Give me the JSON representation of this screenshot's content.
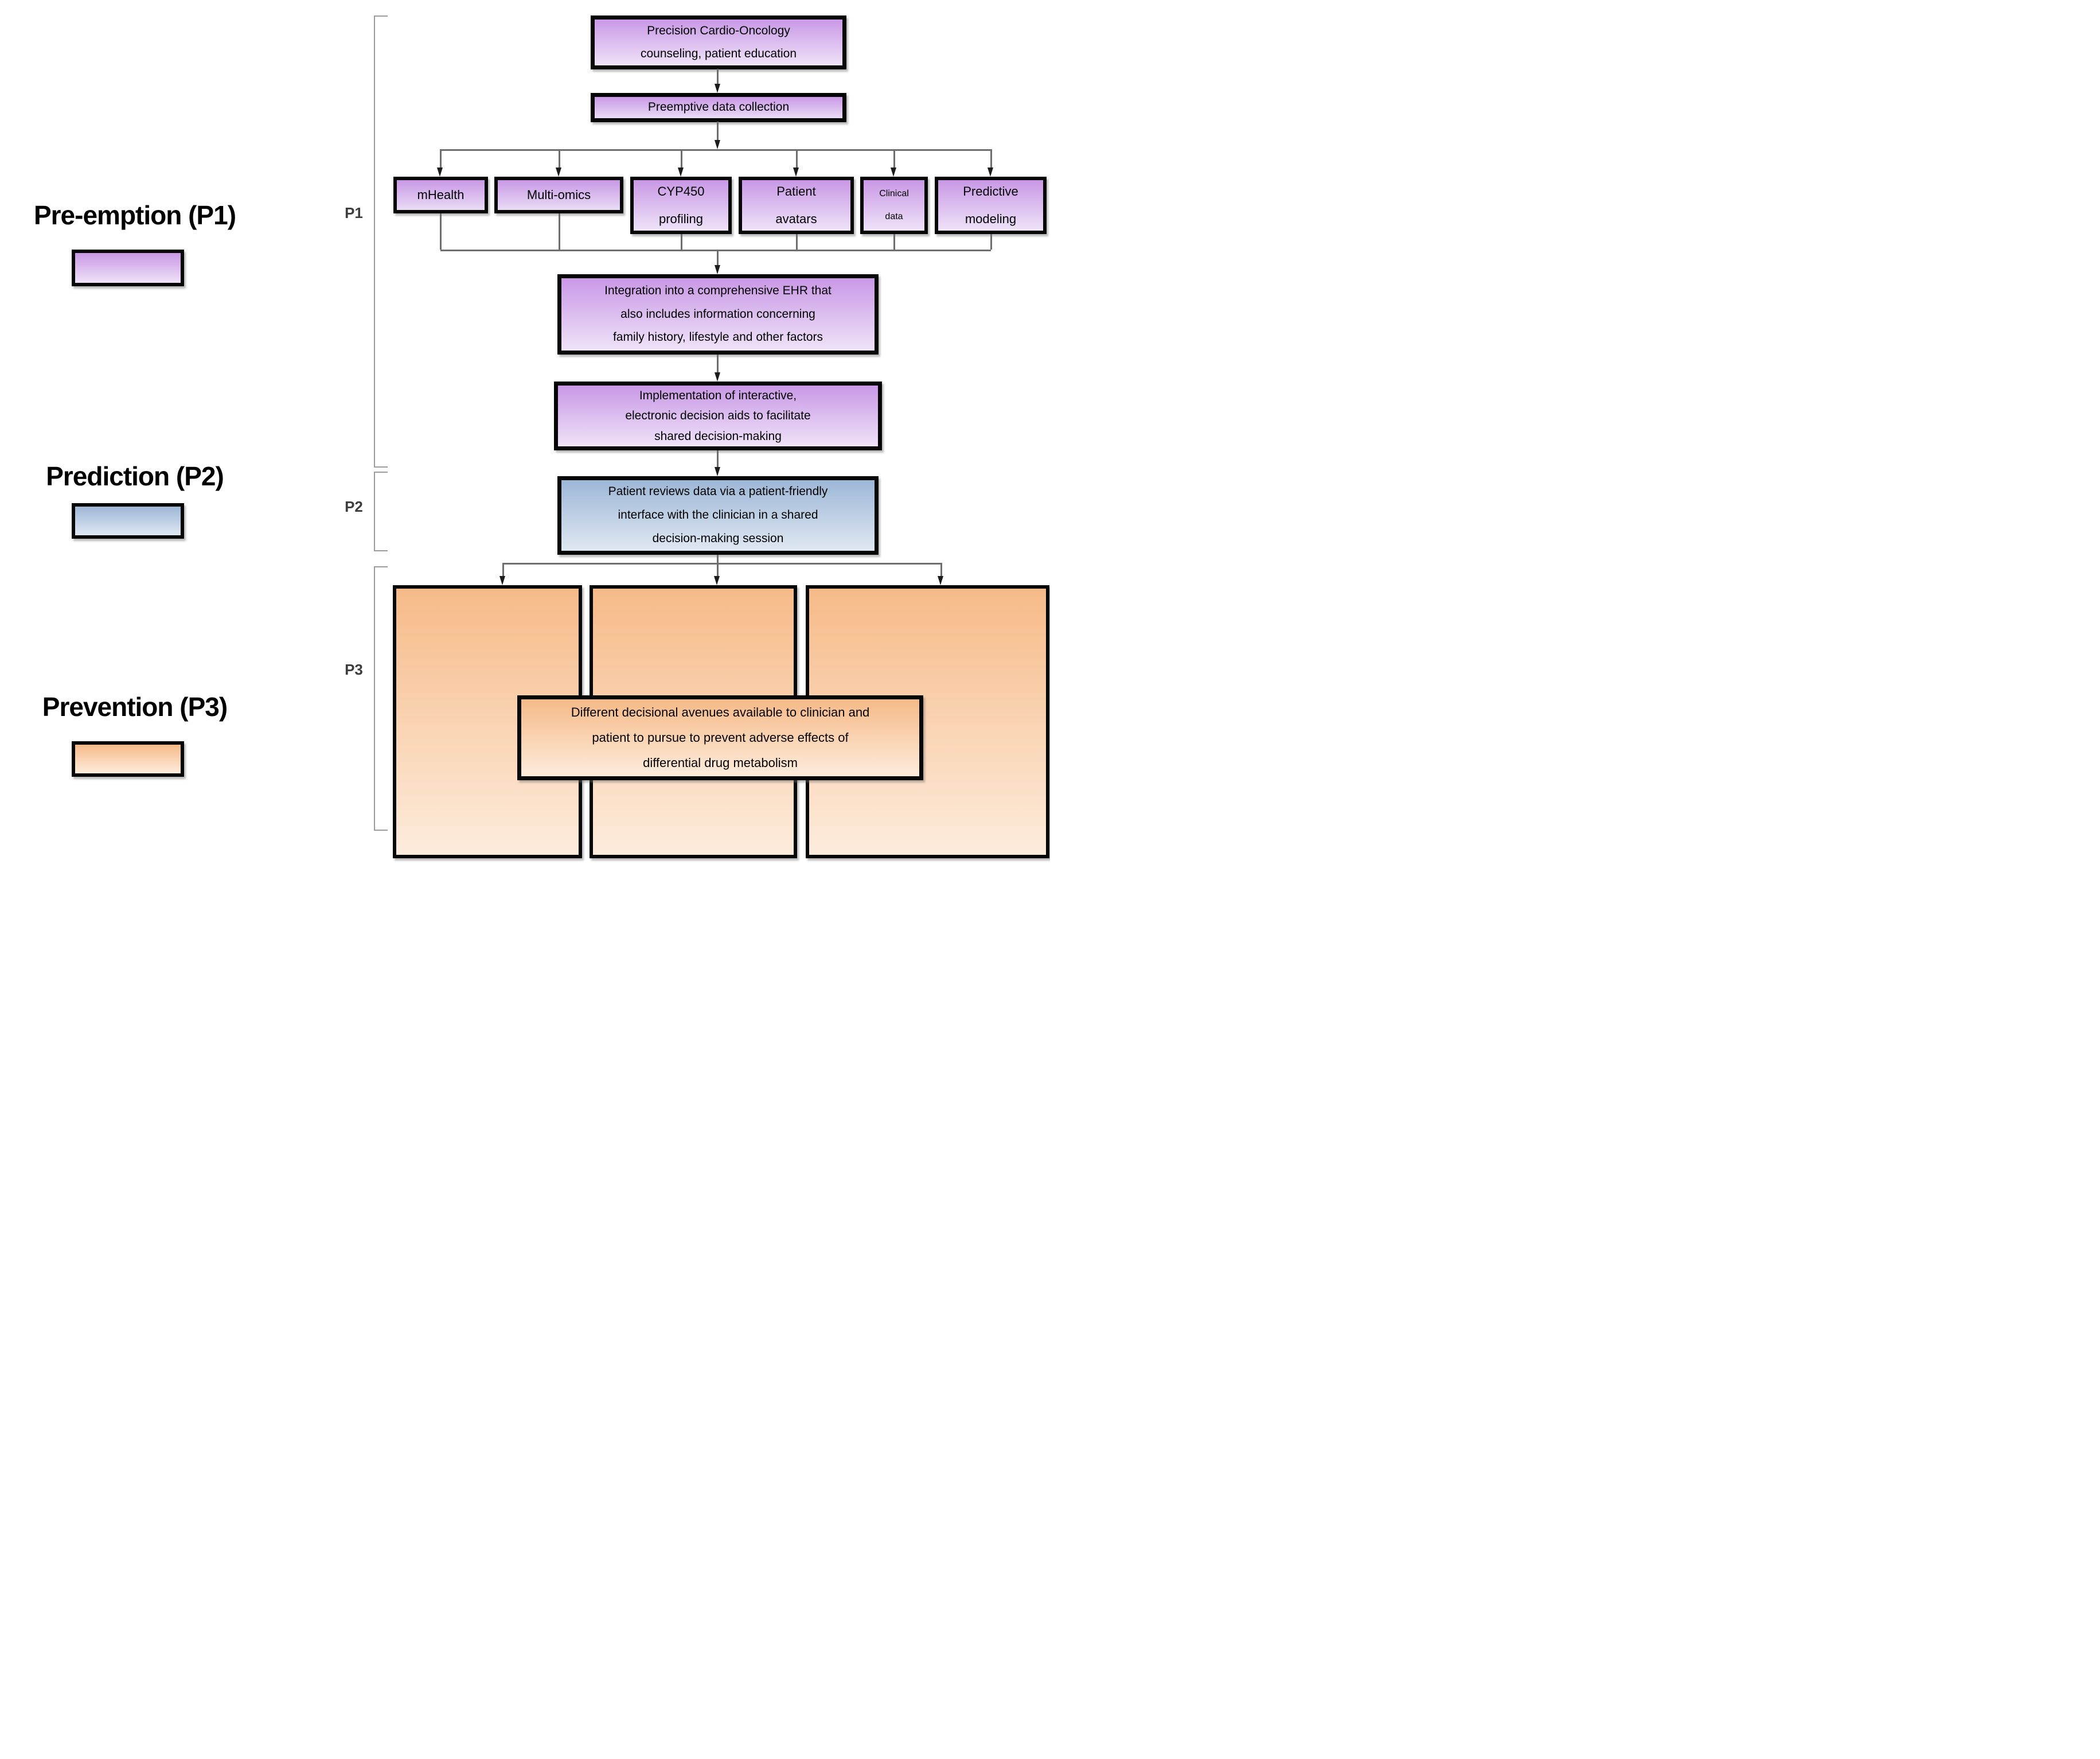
{
  "figure": {
    "legend": {
      "items": [
        {
          "label": "Pre-emption (P1)",
          "swatch": "purple-gradient"
        },
        {
          "label": "Prediction (P2)",
          "swatch": "blue-gradient"
        },
        {
          "label": "Prevention (P3)",
          "swatch": "orange-gradient"
        }
      ]
    },
    "brackets": [
      {
        "label": "P1"
      },
      {
        "label": "P2"
      },
      {
        "label": "P3"
      }
    ],
    "flowchart": {
      "counseling": {
        "label": "Precision Cardio-Oncology counseling, patient education",
        "lines": [
          "Precision Cardio-Oncology",
          "counseling, patient education"
        ]
      },
      "preemptive": {
        "label": "Preemptive data collection",
        "lines": [
          "Preemptive data collection"
        ]
      },
      "p1_items": [
        {
          "label": "mHealth",
          "lines": [
            "mHealth"
          ]
        },
        {
          "label": "Multi-omics",
          "lines": [
            "Multi-omics"
          ]
        },
        {
          "label": "CYP450 profiling",
          "lines": [
            "CYP450",
            "profiling"
          ]
        },
        {
          "label": "Patient avatars",
          "lines": [
            "Patient",
            "avatars"
          ]
        },
        {
          "label": "Clinical data",
          "lines": [
            "Clinical",
            "data"
          ]
        },
        {
          "label": "Predictive modeling",
          "lines": [
            "Predictive",
            "modeling"
          ]
        }
      ],
      "ehr": {
        "label": "Integration into a comprehensive EHR that also includes information concerning family history, lifestyle and other factors",
        "lines": [
          "Integration into a comprehensive EHR that",
          "also includes information concerning",
          "family history, lifestyle and other factors"
        ]
      },
      "implementation": {
        "label": "Implementation of interactive, electronic decision aids to facilitate shared decision-making",
        "lines": [
          "Implementation of interactive,",
          "electronic decision aids to facilitate",
          "shared decision-making"
        ]
      },
      "patient_reviews": {
        "label": "Patient reviews data via a patient-friendly interface with the clinician in a shared decision-making session",
        "lines": [
          "Patient reviews data via a patient-friendly",
          "interface with the clinician in a shared",
          "decision-making session"
        ]
      },
      "decisional": {
        "label": "Different decisional avenues available to clinician and patient to pursue to prevent adverse effects of differential drug metabolism",
        "lines": [
          "Different decisional avenues available to clinician and",
          "patient to pursue to prevent adverse effects of",
          "differential drug metabolism"
        ]
      }
    },
    "colors": {
      "purple_top": "#c998e6",
      "purple_bottom": "#efe3f8",
      "blue_top": "#9db7d7",
      "blue_bottom": "#dfe8f2",
      "orange_top": "#f6ba88",
      "orange_bottom": "#fdecdc",
      "box_border": "#060606",
      "connector": "#6e6e6e",
      "bracket": "#9b9b9b",
      "text": "#000000"
    }
  }
}
